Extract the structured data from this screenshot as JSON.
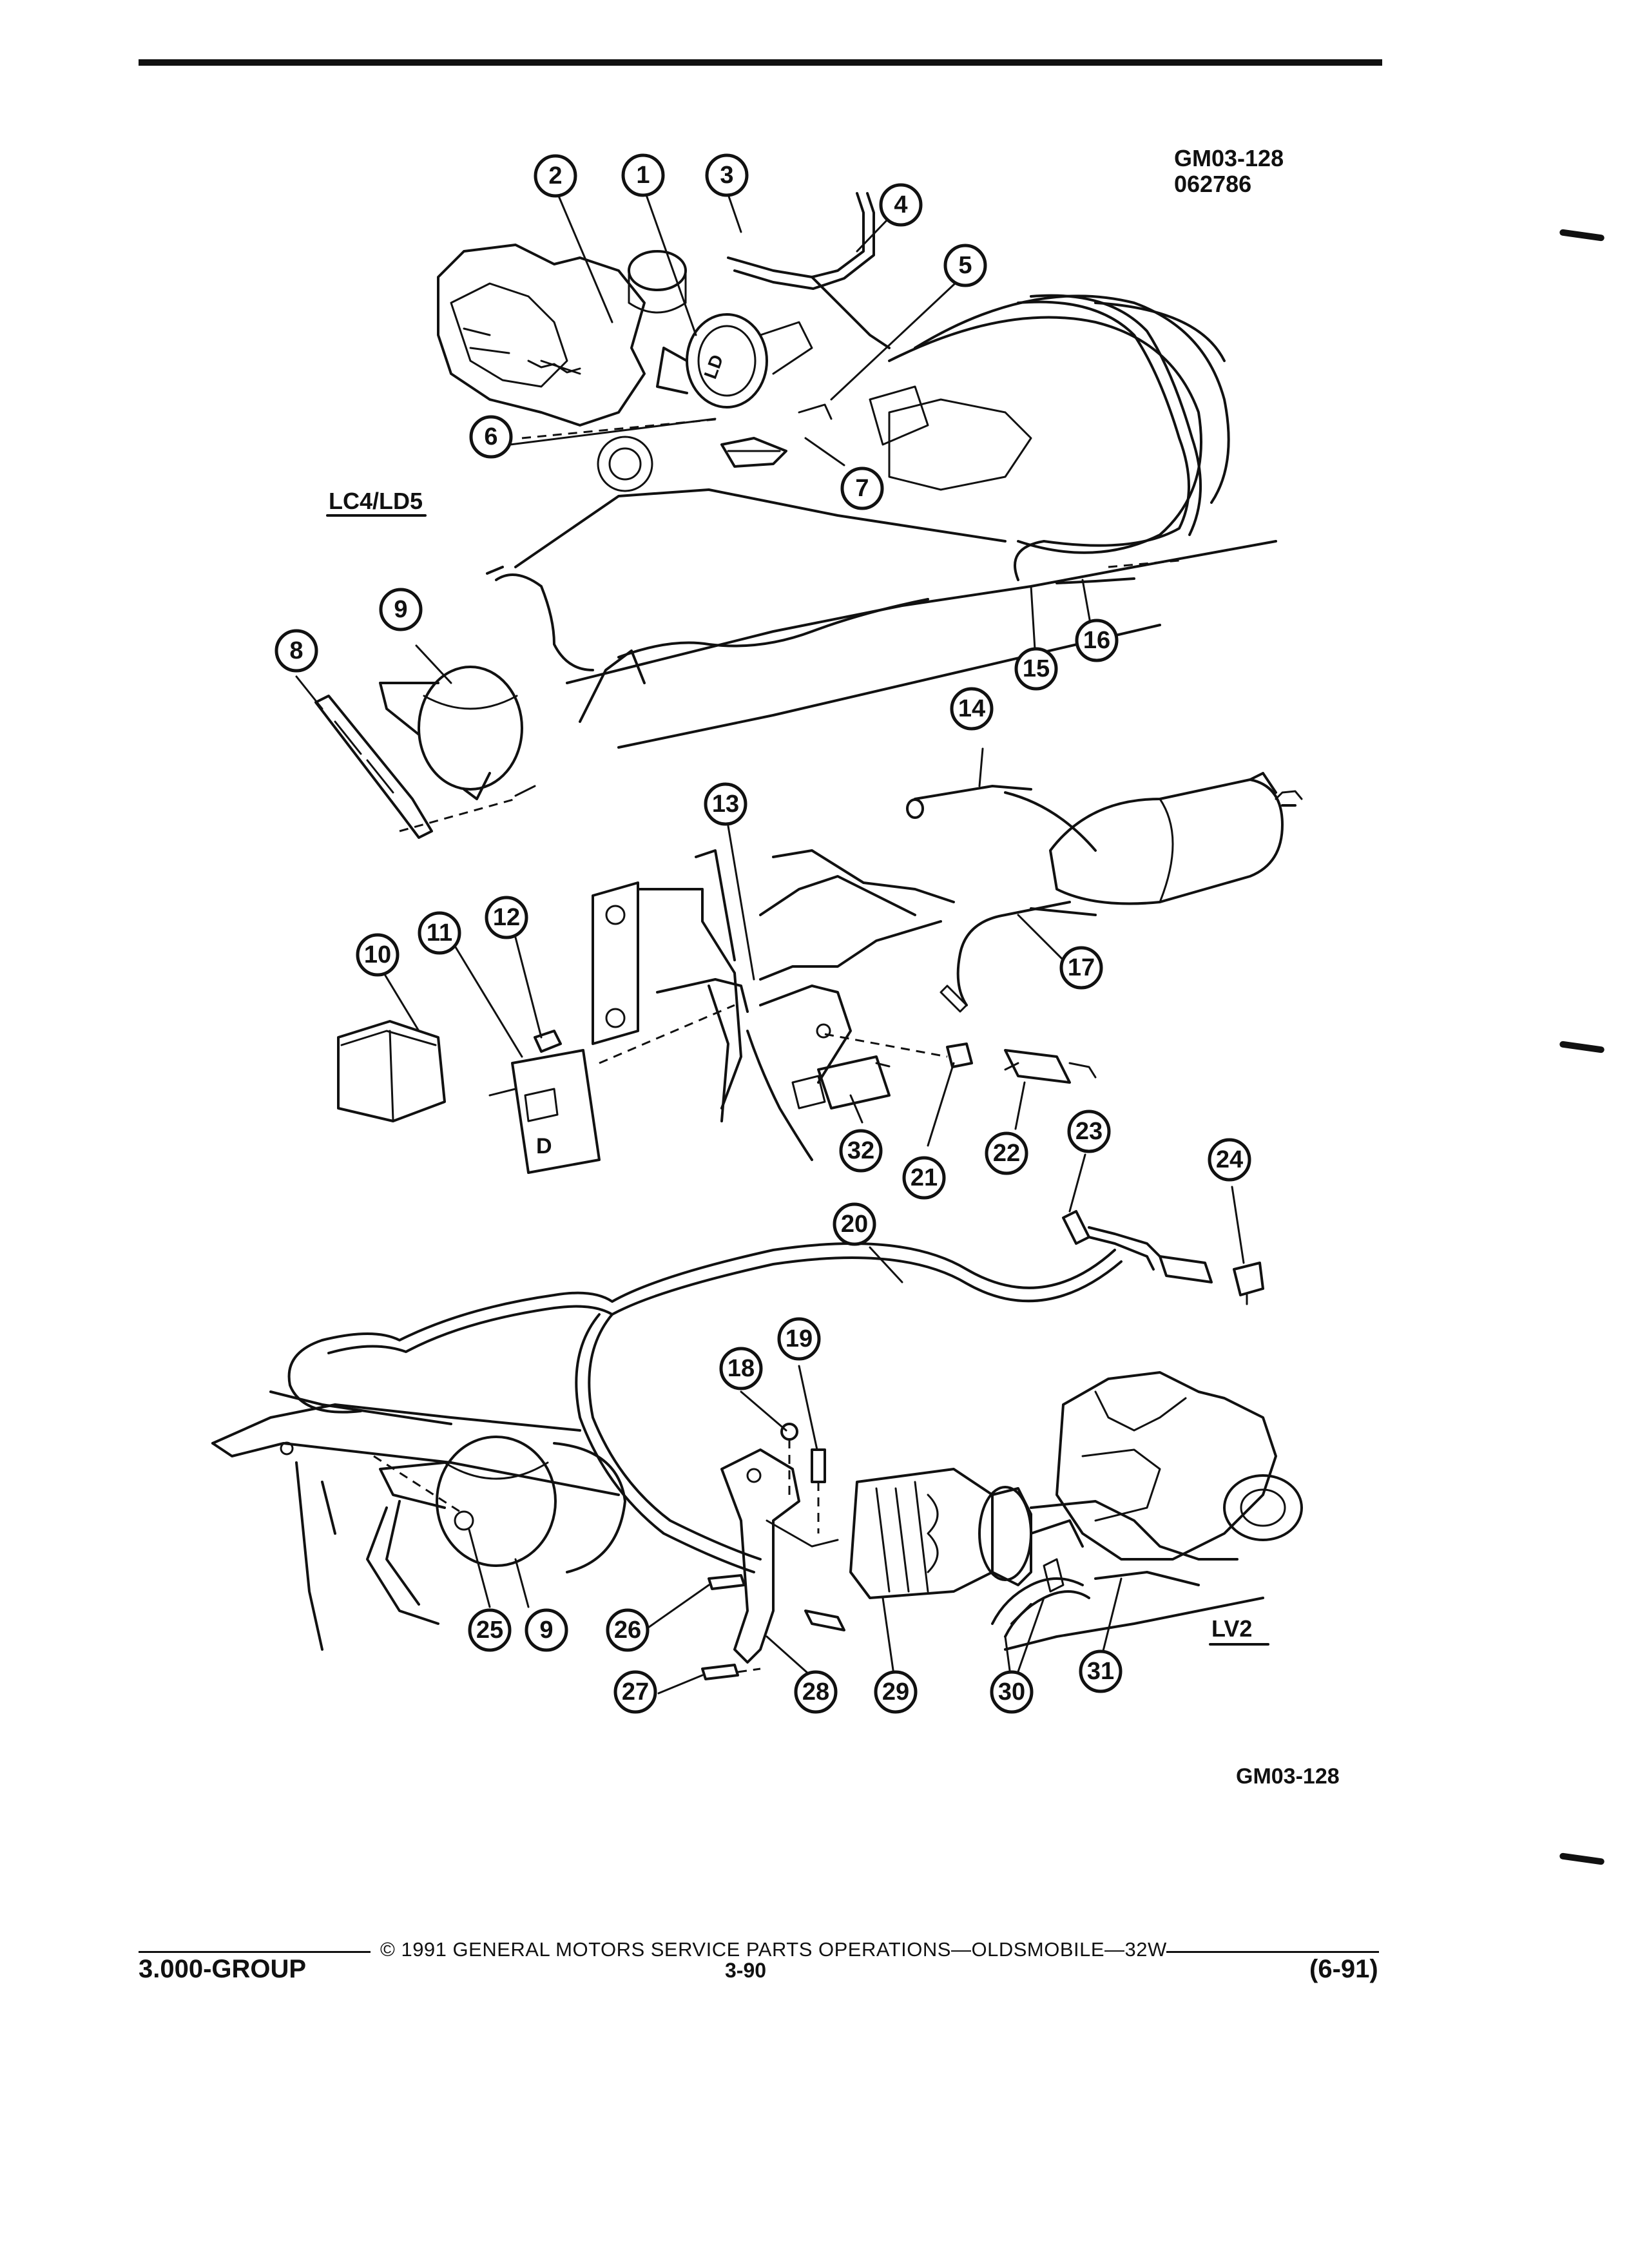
{
  "figure": {
    "id_code": "GM03-128",
    "drawing_number": "062786",
    "bottom_code": "GM03-128",
    "engine_label_top": "LC4/LD5",
    "engine_label_bottom": "LV2",
    "callouts": [
      "1",
      "2",
      "3",
      "4",
      "5",
      "6",
      "7",
      "8",
      "9",
      "10",
      "11",
      "12",
      "13",
      "14",
      "15",
      "16",
      "17",
      "18",
      "19",
      "20",
      "21",
      "22",
      "23",
      "24",
      "25",
      "9",
      "26",
      "27",
      "28",
      "29",
      "30",
      "31",
      "32"
    ]
  },
  "footer": {
    "copyright": "© 1991 GENERAL MOTORS SERVICE PARTS OPERATIONS—OLDSMOBILE—32W",
    "group": "3.000-GROUP",
    "page": "3-90",
    "date": "(6-91)"
  }
}
